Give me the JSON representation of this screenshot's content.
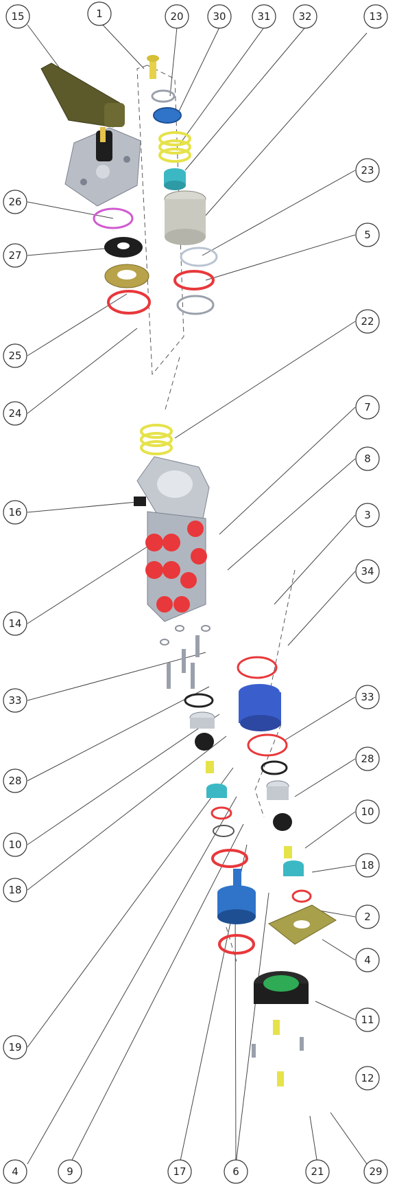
{
  "callouts": {
    "c15": "15",
    "c1": "1",
    "c20": "20",
    "c30": "30",
    "c31": "31",
    "c32": "32",
    "c13": "13",
    "c23": "23",
    "c26": "26",
    "c5": "5",
    "c27": "27",
    "c25": "25",
    "c22": "22",
    "c24": "24",
    "c7": "7",
    "c8": "8",
    "c16": "16",
    "c3": "3",
    "c34": "34",
    "c14": "14",
    "c33a": "33",
    "c33b": "33",
    "c28a": "28",
    "c28b": "28",
    "c10a": "10",
    "c10b": "10",
    "c18a": "18",
    "c18b": "18",
    "c2": "2",
    "c4a": "4",
    "c11": "11",
    "c19": "19",
    "c12": "12",
    "c4b": "4",
    "c9": "9",
    "c17": "17",
    "c6": "6",
    "c21": "21",
    "c29": "29"
  },
  "colors": {
    "red_oring": "#e8383b",
    "blue_piston": "#3a5fcd",
    "teal_part": "#3bb8c4",
    "yellow_spring": "#e6e24a",
    "olive_pedal": "#5c5a2a",
    "grey_metal": "#b9bec6",
    "black_seal": "#1e1e1e",
    "green_cap": "#2faa55"
  }
}
